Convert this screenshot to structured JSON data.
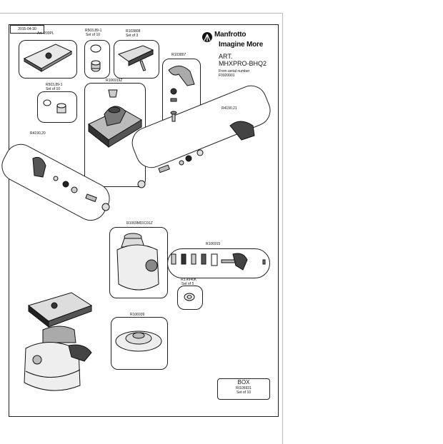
{
  "header": {
    "date": "2015-04-30",
    "brand": "Manfrotto",
    "tagline": "Imagine More",
    "art_label": "ART.",
    "model": "MHXPRO-BHQ2",
    "serial_note": "From serial number",
    "serial_number": "F0920001"
  },
  "parts": [
    {
      "id": "p1",
      "code": "Art. 200PL",
      "qty": ""
    },
    {
      "id": "p2",
      "code": "R503,89-1",
      "qty": "Set of 10"
    },
    {
      "id": "p3",
      "code": "R103808",
      "qty": "Set of 3"
    },
    {
      "id": "p4",
      "code": "R103807",
      "qty": ""
    },
    {
      "id": "p5",
      "code": "R503,89-1",
      "qty": "Set of 10"
    },
    {
      "id": "p6",
      "code": "R106919Z",
      "qty": ""
    },
    {
      "id": "p7",
      "code": "R4190,21",
      "qty": ""
    },
    {
      "id": "p8",
      "code": "R4190,20",
      "qty": ""
    },
    {
      "id": "p9",
      "code": "R1069M01C01Z",
      "qty": ""
    },
    {
      "id": "p10",
      "code": "R106915",
      "qty": ""
    },
    {
      "id": "p11",
      "code": "R3,4940K",
      "qty": "Set of 5"
    },
    {
      "id": "p12",
      "code": "R106939",
      "qty": ""
    }
  ],
  "box": {
    "title": "BOX",
    "code": "RI106931",
    "qty": "Set of 10"
  }
}
